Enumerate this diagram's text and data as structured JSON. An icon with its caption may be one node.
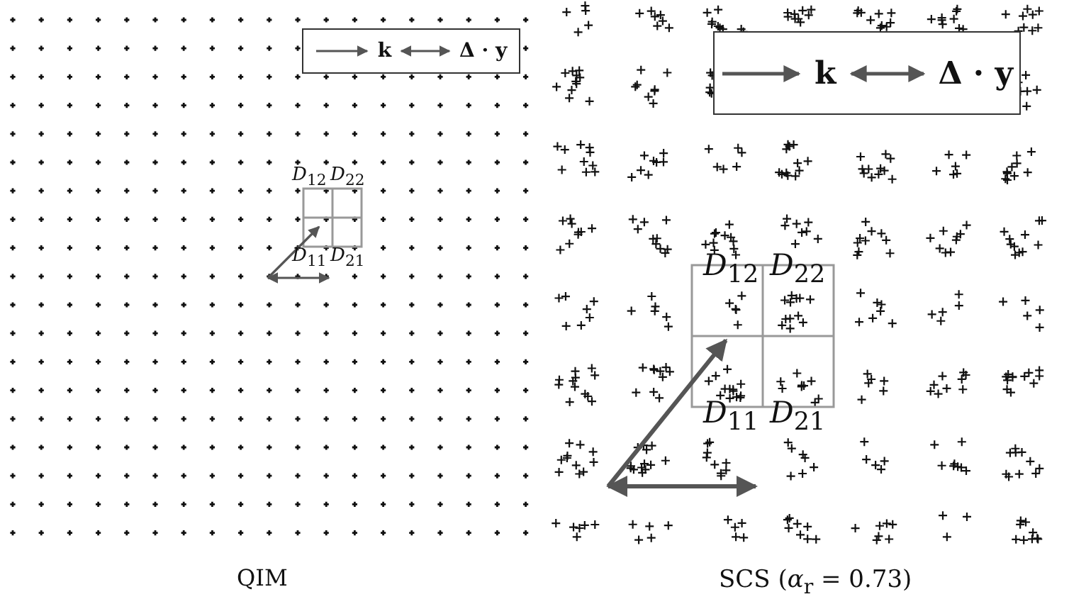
{
  "diagram": {
    "labels": [
      "*D*$_{12}$",
      "*D*$_{22}$",
      "*D*$_{11}$",
      "*D*$_{21}$",
      "QIM",
      "*D*$_{12}$",
      "*D*$_{22}$",
      "*D*$_{11}$",
      "*D*$_{21}$",
      "SCS (*α*$_{r}$ = 0.73)"
    ],
    "legend": [
      {
        "text": "k"
      },
      {
        "text": "Δ · y"
      },
      {
        "text": "k"
      },
      {
        "text": "Δ · y"
      }
    ]
  }
}
